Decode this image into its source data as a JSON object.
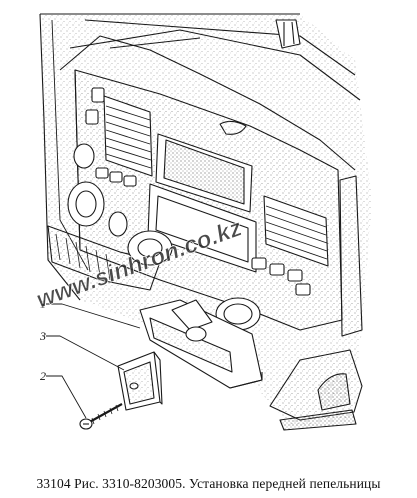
{
  "caption": "33104 Рис. 3310-8203005. Установка передней пепельницы",
  "watermark": "www.sinhron.co.kz",
  "callouts": [
    "1",
    "2",
    "3"
  ],
  "colors": {
    "line": "#1a1a1a",
    "stipple": "#9a9a9a",
    "watermark": "#2b2b2b"
  }
}
